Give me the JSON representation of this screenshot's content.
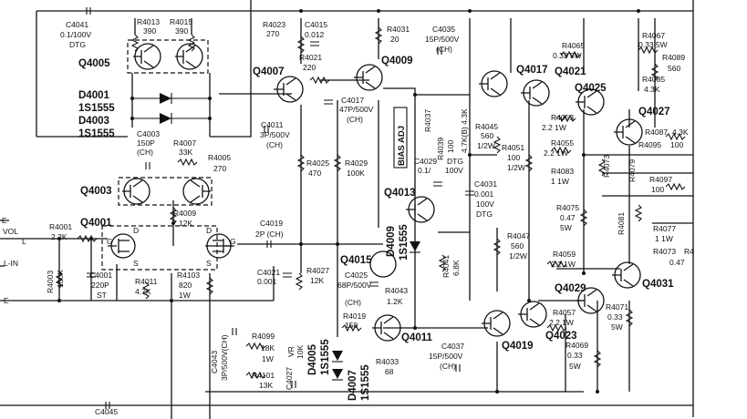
{
  "colors": {
    "ink": "#111111",
    "paper": "#ffffff"
  },
  "labels": {
    "c4041": [
      "C4041",
      "0.1/100V",
      "DTG"
    ],
    "r4013": [
      "R4013",
      "390"
    ],
    "r4015": [
      "R4015",
      "390"
    ],
    "q4005": "Q4005",
    "d4001": [
      "D4001",
      "1S1555"
    ],
    "d4003": [
      "D4003",
      "1S1555"
    ],
    "c4003": [
      "C4003",
      "150P",
      "(CH)"
    ],
    "r4007": [
      "R4007",
      "33K"
    ],
    "r4005": [
      "R4005",
      "270"
    ],
    "q4003": "Q4003",
    "q4001": "Q4001",
    "r4009": [
      "R4009",
      "12K"
    ],
    "r4001": [
      "R4001",
      "2.2K"
    ],
    "vol": [
      "E",
      "VOL",
      "L",
      "L-IN",
      "E"
    ],
    "r4003": [
      "R4003",
      "100K"
    ],
    "c4001": [
      "C4001",
      "220P",
      "ST"
    ],
    "r4011": [
      "R4011",
      "4.7K"
    ],
    "r4103": [
      "R4103",
      "820",
      "1W"
    ],
    "c4019": [
      "C4019",
      "2P (CH)"
    ],
    "c4021": [
      "C4021",
      "0.001"
    ],
    "r4027": [
      "R4027",
      "12K"
    ],
    "r4023": [
      "R4023",
      "270"
    ],
    "c4015": [
      "C4015",
      "0.012"
    ],
    "r4021": [
      "R4021",
      "220"
    ],
    "q4007": "Q4007",
    "c4011": [
      "C4011",
      "3P/500V",
      "(CH)"
    ],
    "c4017": [
      "C4017",
      "47P/500V",
      "(CH)"
    ],
    "r4025": [
      "R4025",
      "470"
    ],
    "r4029": [
      "R4029",
      "100K"
    ],
    "r4031": [
      "R4031",
      "20"
    ],
    "q4009top": "Q4009",
    "c4035": [
      "C4035",
      "15P/500V",
      "(CH)"
    ],
    "bias": "BIAS ADJ",
    "r4037": [
      "R4037",
      "4.7K(B) 4.3K"
    ],
    "r4039": [
      "R4039",
      "100"
    ],
    "c4029": [
      "C4029",
      "0.1/",
      "DTG",
      "100V"
    ],
    "q4013": "Q4013",
    "d4009": [
      "D4009",
      "1S1555"
    ],
    "q4015": "Q4015",
    "c4025": [
      "C4025",
      "68P/500V",
      "(CH)"
    ],
    "r4043": [
      "R4043",
      "1.2K"
    ],
    "r4019": [
      "R4019",
      "150"
    ],
    "q4011": "Q4011",
    "r4041": [
      "R4041",
      "6.8K"
    ],
    "c4043": [
      "C4043",
      "3P/500V(CH)"
    ],
    "r4099": [
      "R4099",
      "18K",
      "1W"
    ],
    "r4101": [
      "R4101",
      "13K"
    ],
    "vr": [
      "VR",
      "10K"
    ],
    "c4027": "C4027",
    "d4005": [
      "D4005",
      "1S1555"
    ],
    "d4007": [
      "D4007",
      "1S1555"
    ],
    "r4033": [
      "R4033",
      "68"
    ],
    "c4037": [
      "C4037",
      "15P/500V",
      "(CH)"
    ],
    "c4045": "C4045",
    "q4017": "Q4017",
    "r4045": [
      "R4045",
      "560",
      "1/2W"
    ],
    "r4051": [
      "R4051",
      "100",
      "1/2W"
    ],
    "c4031": [
      "C4031",
      "0.001",
      "100V",
      "DTG"
    ],
    "r4047": [
      "R4047",
      "560",
      "1/2W"
    ],
    "q4019": "Q4019",
    "q4021": "Q4021",
    "r4065": [
      "R4065",
      "0.33  5W"
    ],
    "r4053": [
      "R4053",
      "2.2  1W"
    ],
    "r4055": [
      "R4055",
      "2.2  1W"
    ],
    "r4083": [
      "R4083",
      "1  1W"
    ],
    "r4075": [
      "R4075",
      "0.47",
      "5W"
    ],
    "r4059": [
      "R4059",
      "2.2  1W"
    ],
    "q4029": "Q4029",
    "r4057": [
      "R4057",
      "2.2  1W"
    ],
    "q4023": "Q4023",
    "r4069": [
      "R4069",
      "0.33",
      "5W"
    ],
    "r4071": [
      "R4071",
      "0.33",
      "5W"
    ],
    "q4025": "Q4025",
    "q4027": "Q4027",
    "r4067": [
      "R4067",
      "0.33 5W"
    ],
    "r4089": [
      "R4089",
      "560"
    ],
    "r4085": [
      "R4085",
      "4.3K"
    ],
    "r4087": [
      "R4087",
      "4.3K"
    ],
    "r4095": [
      "R4095",
      "100"
    ],
    "r4073v": "R4073",
    "r4079": "R4079",
    "r4097": [
      "R4097",
      "100"
    ],
    "r4081": "R4081",
    "r4077": [
      "R4077",
      "1  1W"
    ],
    "r4073": [
      "R4073",
      "R4",
      "0.47"
    ],
    "q4031": "Q4031"
  }
}
